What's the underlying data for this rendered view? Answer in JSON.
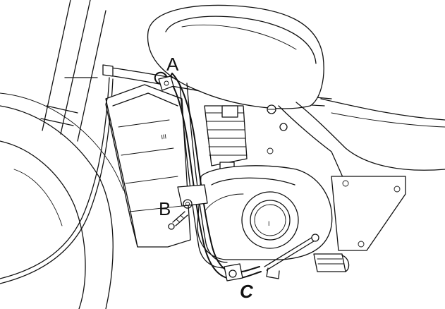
{
  "diagram": {
    "labels": {
      "a": "A",
      "b": "B",
      "c": "C"
    },
    "markings": {
      "cover_roman": "III",
      "engine_cover_numeral": "I"
    }
  }
}
